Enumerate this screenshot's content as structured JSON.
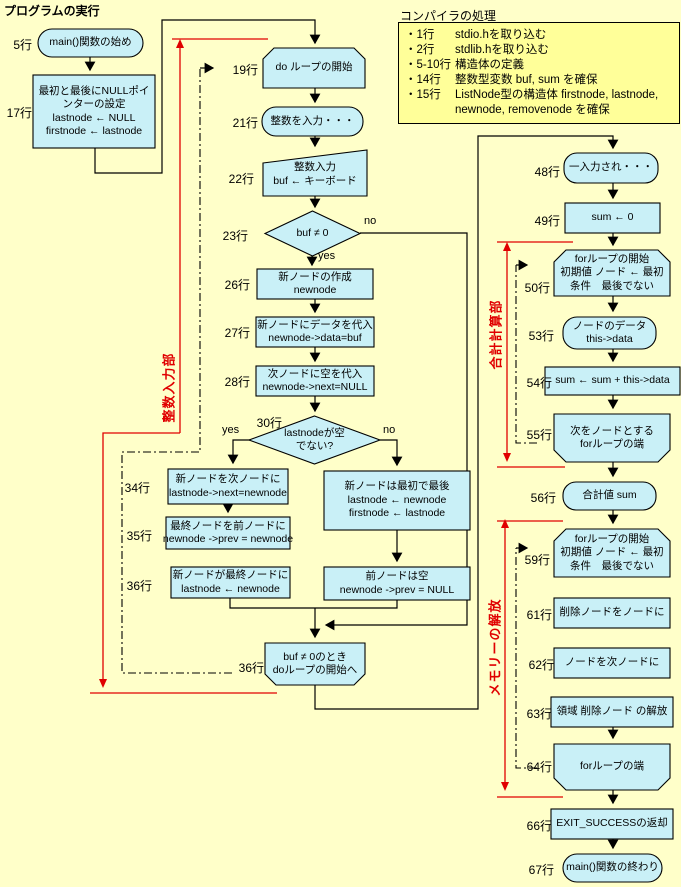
{
  "title": "プログラムの実行",
  "compiler_note": {
    "title": "コンパイラの処理",
    "items": [
      {
        "line": "・1行",
        "text": "stdio.hを取り込む"
      },
      {
        "line": "・2行",
        "text": "stdlib.hを取り込む"
      },
      {
        "line": "・5-10行",
        "text": "構造体の定義"
      },
      {
        "line": "・14行",
        "text": "整数型変数 buf, sum を確保"
      },
      {
        "line": "・15行",
        "text": "ListNode型の構造体 firstnode, lastnode,\nnewnode, removenode を確保"
      }
    ]
  },
  "sections": {
    "integer_input": "整数入力部",
    "sum_calc": "合計計算部",
    "memory_free": "メモリーの解放"
  },
  "colors": {
    "background": "#ffffc9",
    "node_fill": "#c9f0f7",
    "note_fill": "#ffff99",
    "section_red": "#e00000"
  },
  "nodes": {
    "n5": {
      "label": "5行",
      "lines": [
        "main()関数の始め"
      ]
    },
    "n17": {
      "label": "17行",
      "lines": [
        "最初と最後にNULLポイ",
        "ンターの設定",
        "lastnode ← NULL",
        "firstnode ← lastnode"
      ]
    },
    "n19": {
      "label": "19行",
      "lines": [
        "do ループの開始"
      ]
    },
    "n21": {
      "label": "21行",
      "lines": [
        "整数を入力・・・"
      ]
    },
    "n22": {
      "label": "22行",
      "lines": [
        "整数入力",
        "buf ← キーボード"
      ]
    },
    "n23": {
      "label": "23行",
      "lines": [
        "buf ≠ 0"
      ],
      "yes": "yes",
      "no": "no"
    },
    "n26": {
      "label": "26行",
      "lines": [
        "新ノードの作成",
        "newnode"
      ]
    },
    "n27": {
      "label": "27行",
      "lines": [
        "新ノードにデータを代入",
        "newnode->data=buf"
      ]
    },
    "n28": {
      "label": "28行",
      "lines": [
        "次ノードに空を代入",
        "newnode->next=NULL"
      ]
    },
    "n30": {
      "label": "30行",
      "lines": [
        "lastnodeが空",
        "でない?"
      ],
      "yes": "yes",
      "no": "no"
    },
    "n34": {
      "label": "34行",
      "lines": [
        "新ノードを次ノードに",
        "lastnode->next=newnode"
      ]
    },
    "n35": {
      "label": "35行",
      "lines": [
        "最終ノードを前ノードに",
        "newnode ->prev = newnode"
      ]
    },
    "n36a": {
      "label": "36行",
      "lines": [
        "新ノードが最終ノードに",
        "lastnode ← newnode"
      ]
    },
    "nR1": {
      "lines": [
        "新ノードは最初で最後",
        "lastnode ← newnode",
        "firstnode ← lastnode"
      ]
    },
    "nR2": {
      "lines": [
        "前ノードは空",
        "newnode ->prev = NULL"
      ]
    },
    "n36b": {
      "label": "36行",
      "lines": [
        "buf ≠ 0のとき",
        "doループの開始へ"
      ]
    },
    "n48": {
      "label": "48行",
      "lines": [
        "一入力され・・・"
      ]
    },
    "n49": {
      "label": "49行",
      "lines": [
        "sum ← 0"
      ]
    },
    "n50": {
      "label": "50行",
      "lines": [
        "forループの開始",
        "初期値 ノード ← 最初",
        "条件　最後でない"
      ]
    },
    "n53": {
      "label": "53行",
      "lines": [
        "ノードのデータ",
        "this->data"
      ]
    },
    "n54": {
      "label": "54行",
      "lines": [
        "sum ← sum + this->data"
      ]
    },
    "n55": {
      "label": "55行",
      "lines": [
        "次をノードとする",
        "forループの端"
      ]
    },
    "n56": {
      "label": "56行",
      "lines": [
        "合計値 sum"
      ]
    },
    "n59": {
      "label": "59行",
      "lines": [
        "forループの開始",
        "初期値 ノード ← 最初",
        "条件　最後でない"
      ]
    },
    "n61": {
      "label": "61行",
      "lines": [
        "削除ノードをノードに"
      ]
    },
    "n62": {
      "label": "62行",
      "lines": [
        "ノードを次ノードに"
      ]
    },
    "n63": {
      "label": "63行",
      "lines": [
        "領域 削除ノード の解放"
      ]
    },
    "n64": {
      "label": "64行",
      "lines": [
        "forループの端"
      ]
    },
    "n66": {
      "label": "66行",
      "lines": [
        "EXIT_SUCCESSの返却"
      ]
    },
    "n67": {
      "label": "67行",
      "lines": [
        "main()関数の終わり"
      ]
    }
  }
}
